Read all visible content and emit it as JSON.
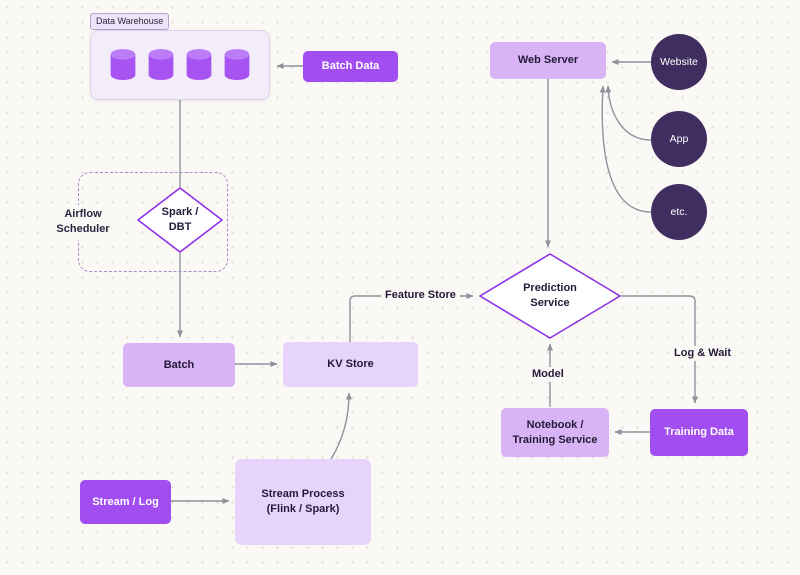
{
  "palette": {
    "node_purple": "#a14df0",
    "node_light": "#d8b4f6",
    "node_lighter": "#e7d4fa",
    "circle_dark": "#402e60",
    "diamond_stroke": "#8b30e8",
    "edge_gray": "#8d929b",
    "canvas_bg": "#faf9f5"
  },
  "nodes": {
    "warehouse_tag": "Data Warehouse",
    "batch_data": "Batch Data",
    "airflow_line1": "Airflow",
    "airflow_line2": "Scheduler",
    "spark_line1": "Spark /",
    "spark_line2": "DBT",
    "batch": "Batch",
    "kv_store": "KV Store",
    "web_server": "Web Server",
    "website": "Website",
    "app": "App",
    "etc": "etc.",
    "prediction_line1": "Prediction",
    "prediction_line2": "Service",
    "notebook_line1": "Notebook /",
    "notebook_line2": "Training Service",
    "training_data": "Training Data",
    "stream_log": "Stream / Log",
    "stream_process_line1": "Stream Process",
    "stream_process_line2": "(Flink / Spark)"
  },
  "edge_labels": {
    "feature_store": "Feature Store",
    "log_wait": "Log & Wait",
    "model": "Model"
  }
}
